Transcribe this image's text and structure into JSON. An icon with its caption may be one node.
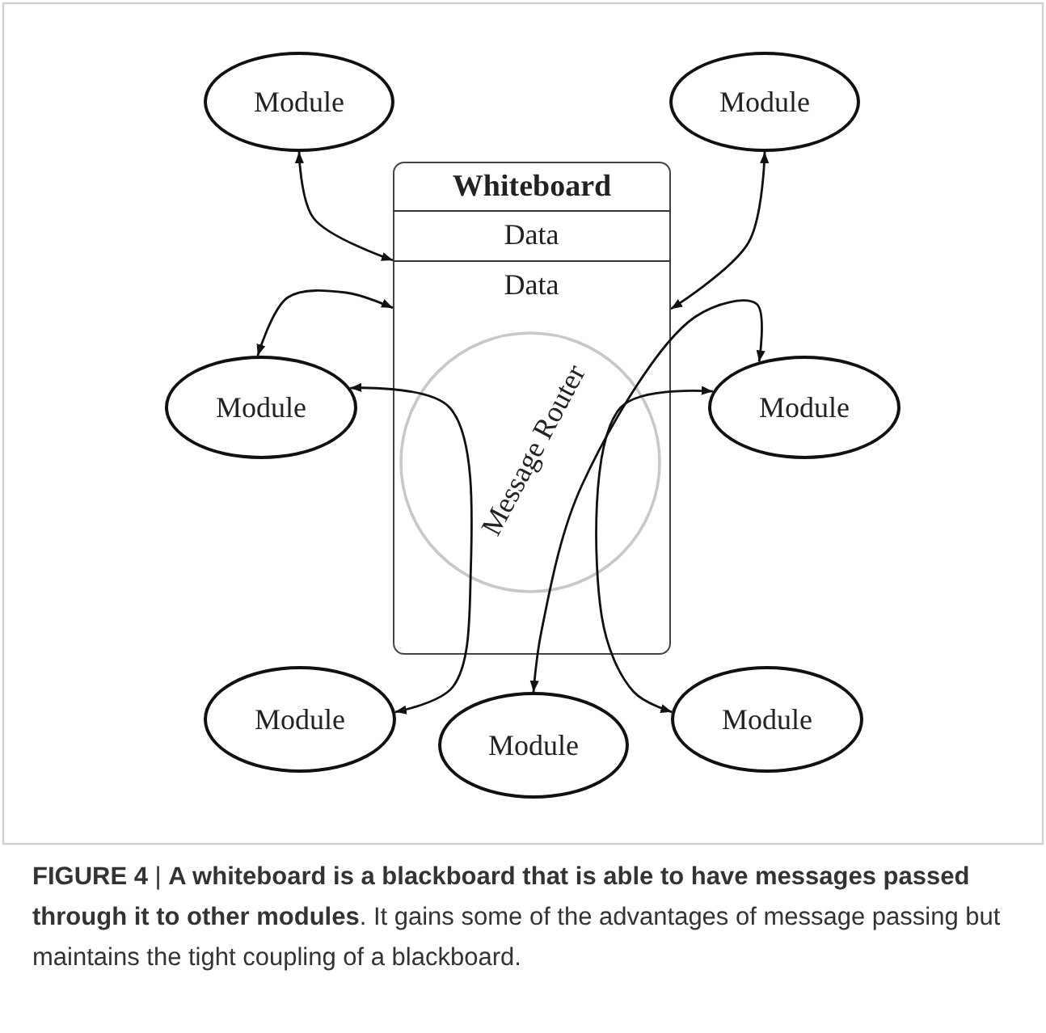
{
  "diagram": {
    "caption": "**FIGURE 4** | **A whiteboard is a blackboard that is able to have messages passed through it to other modules**. It gains some of the advantages of message passing but maintains the tight coupling of a blackboard.",
    "nodes": [
      {
        "text": [
          "Module"
        ]
      },
      {
        "text": [
          "Module"
        ]
      },
      {
        "text": [
          "Whiteboard"
        ]
      },
      {
        "text": [
          "Data"
        ],
        "in": 2
      },
      {
        "text": [
          "Data"
        ],
        "in": 2
      },
      {
        "text": [
          "Module"
        ]
      },
      {
        "text": [
          "Module"
        ]
      },
      {
        "text": [
          "Module"
        ]
      },
      {
        "text": [
          "Module"
        ]
      },
      {
        "text": [
          "Module"
        ]
      }
    ],
    "edges": [
      {
        "from": 0,
        "to": 3,
        "arrow": "both"
      },
      {
        "from": 1,
        "to": 4,
        "arrow": "both"
      },
      {
        "from": 5,
        "to": 4,
        "arrow": "both"
      },
      {
        "from": 5,
        "to": 7,
        "arrow": "both"
      },
      {
        "from": 6,
        "to": 8,
        "arrow": "both"
      },
      {
        "from": 6,
        "to": 9,
        "arrow": "both"
      }
    ],
    "labels": [
      "Message Router"
    ]
  }
}
